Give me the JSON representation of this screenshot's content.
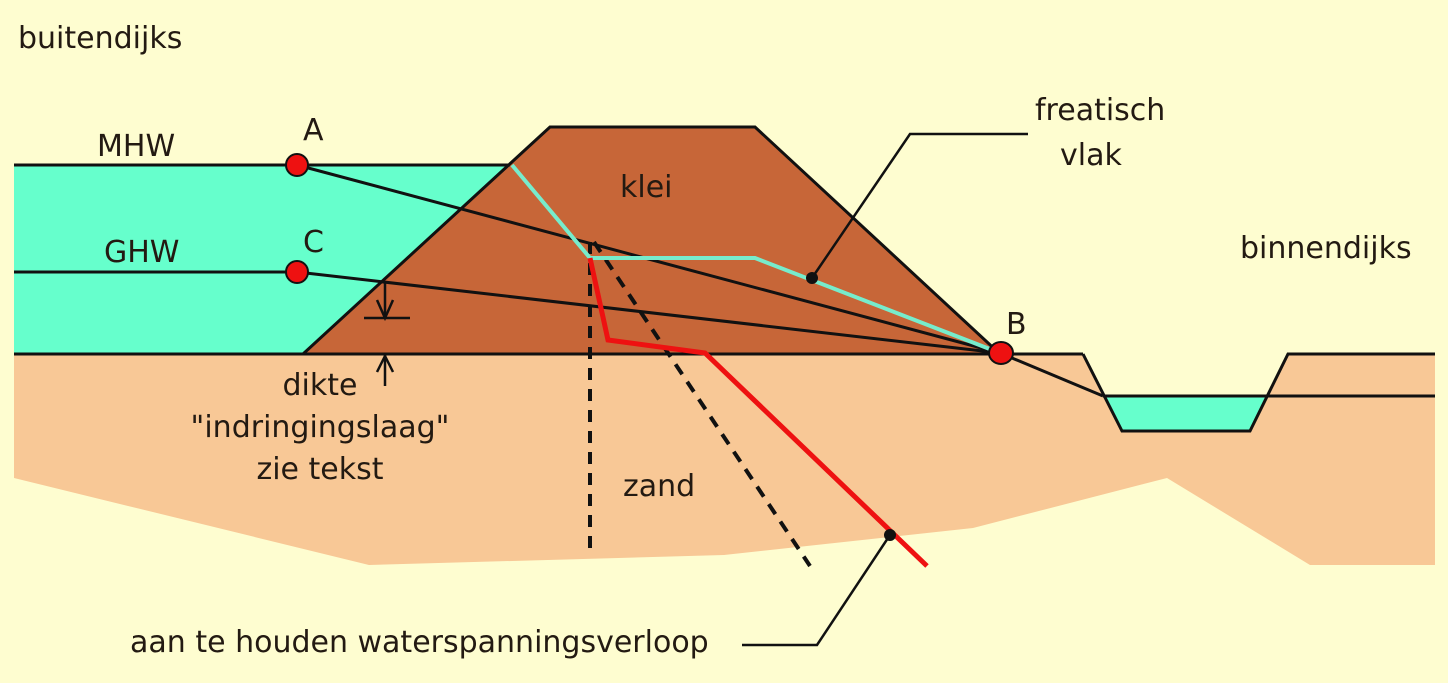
{
  "labels": {
    "outside": "buitendijks",
    "inside": "binnendijks",
    "mhw": "MHW",
    "ghw": "GHW",
    "point_a": "A",
    "point_b": "B",
    "point_c": "C",
    "clay": "klei",
    "sand": "zand",
    "phreatic_line1": "freatisch",
    "phreatic_line2": "vlak",
    "thickness_line1": "dikte",
    "thickness_line2": "\"indringingslaag\"",
    "thickness_line3": "zie tekst",
    "pressure_profile": "aan te houden waterspanningsverloop"
  },
  "colors": {
    "background": "#fefdd0",
    "water": "#66ffcc",
    "clay": "#c76638",
    "sand": "#f8c896",
    "phreatic": "#77eccc",
    "pressure": "#ee1111",
    "point": "#ee1111"
  }
}
